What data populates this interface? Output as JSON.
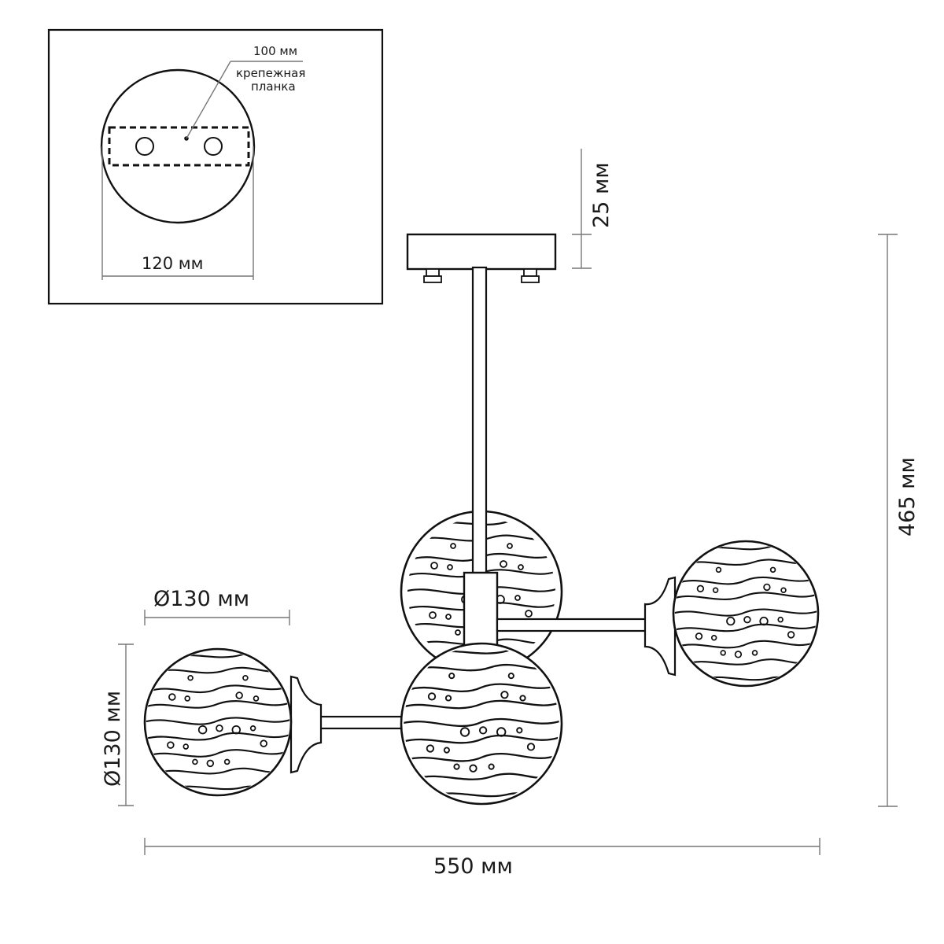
{
  "inset": {
    "plate_width_label": "120 мм",
    "bracket_length_label": "100 мм",
    "bracket_label_line1": "крепежная",
    "bracket_label_line2": "планка"
  },
  "dimensions": {
    "canopy_height": "25 мм",
    "total_height": "465 мм",
    "shade_diameter_h": "Ø130 мм",
    "shade_diameter_v": "Ø130 мм",
    "total_width": "550 мм"
  },
  "colors": {
    "line": "#111111",
    "dimension_line": "#777777",
    "background": "#ffffff"
  }
}
